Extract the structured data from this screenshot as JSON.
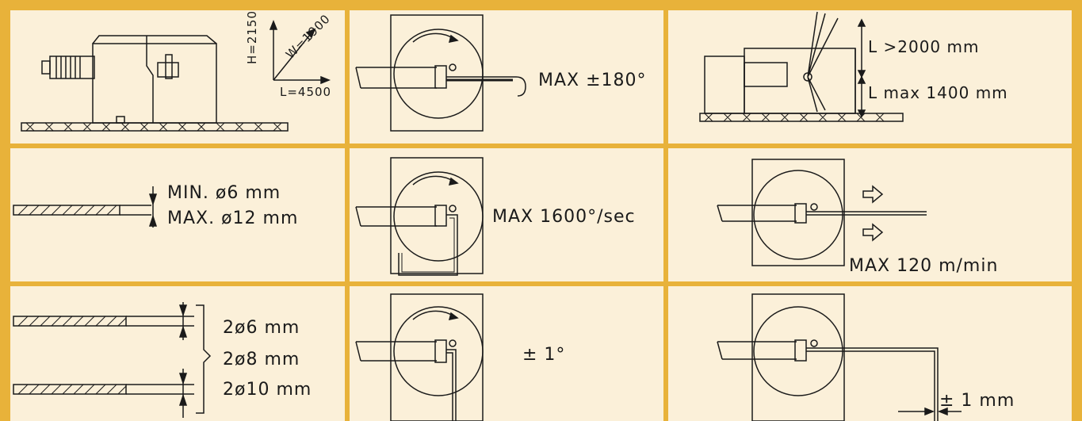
{
  "colors": {
    "frame": "#e8b23a",
    "panel": "#fbf0d9",
    "ink": "#1a1a1a"
  },
  "cells": {
    "dimensions": {
      "h": "H=2150",
      "w": "W=1900",
      "l": "L=4500"
    },
    "rotation": {
      "text": "MAX ±180°"
    },
    "height_req": {
      "above": "L  >2000  mm",
      "below": "L  max  1400  mm"
    },
    "diameter": {
      "min": "MIN.  ø6  mm",
      "max": "MAX.  ø12  mm"
    },
    "speed": {
      "text": "MAX 1600°/sec"
    },
    "feed": {
      "text": "MAX  120  m/min"
    },
    "multi": {
      "d6": "2ø6  mm",
      "d8": "2ø8  mm",
      "d10": "2ø10  mm"
    },
    "angle_tol": {
      "text": "±  1°"
    },
    "len_tol": {
      "text": "±  1  mm"
    }
  }
}
